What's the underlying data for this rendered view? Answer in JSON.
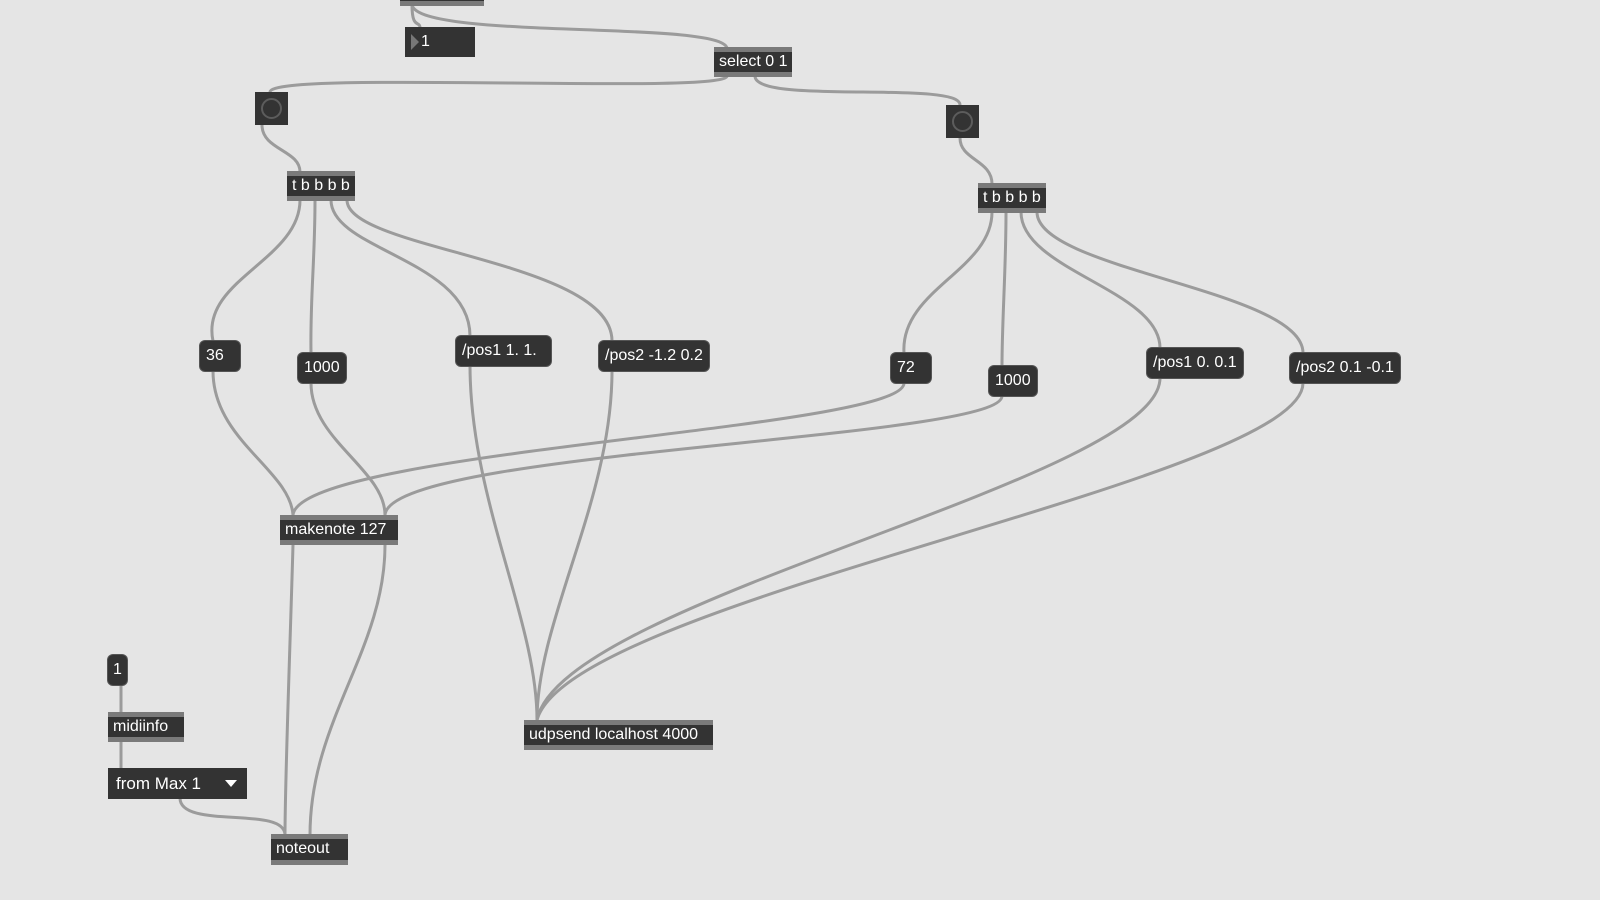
{
  "objects": {
    "number_top": "1",
    "select": "select 0 1",
    "trigger_left": "t b b b b",
    "trigger_right": "t b b b b",
    "msg_36": "36",
    "msg_1000_left": "1000",
    "msg_pos1_left": "/pos1 1. 1.",
    "msg_pos2_left": "/pos2 -1.2 0.2",
    "msg_72": "72",
    "msg_1000_right": "1000",
    "msg_pos1_right": "/pos1 0. 0.1",
    "msg_pos2_right": "/pos2 0.1 -0.1",
    "makenote": "makenote 127",
    "udpsend": "udpsend localhost 4000",
    "msg_1": "1",
    "midiinfo": "midiinfo",
    "umenu": "from Max 1",
    "noteout": "noteout"
  },
  "icons": {
    "bang": "bang-circle-icon",
    "menu": "dropdown-triangle-icon",
    "number": "play-triangle-icon"
  }
}
